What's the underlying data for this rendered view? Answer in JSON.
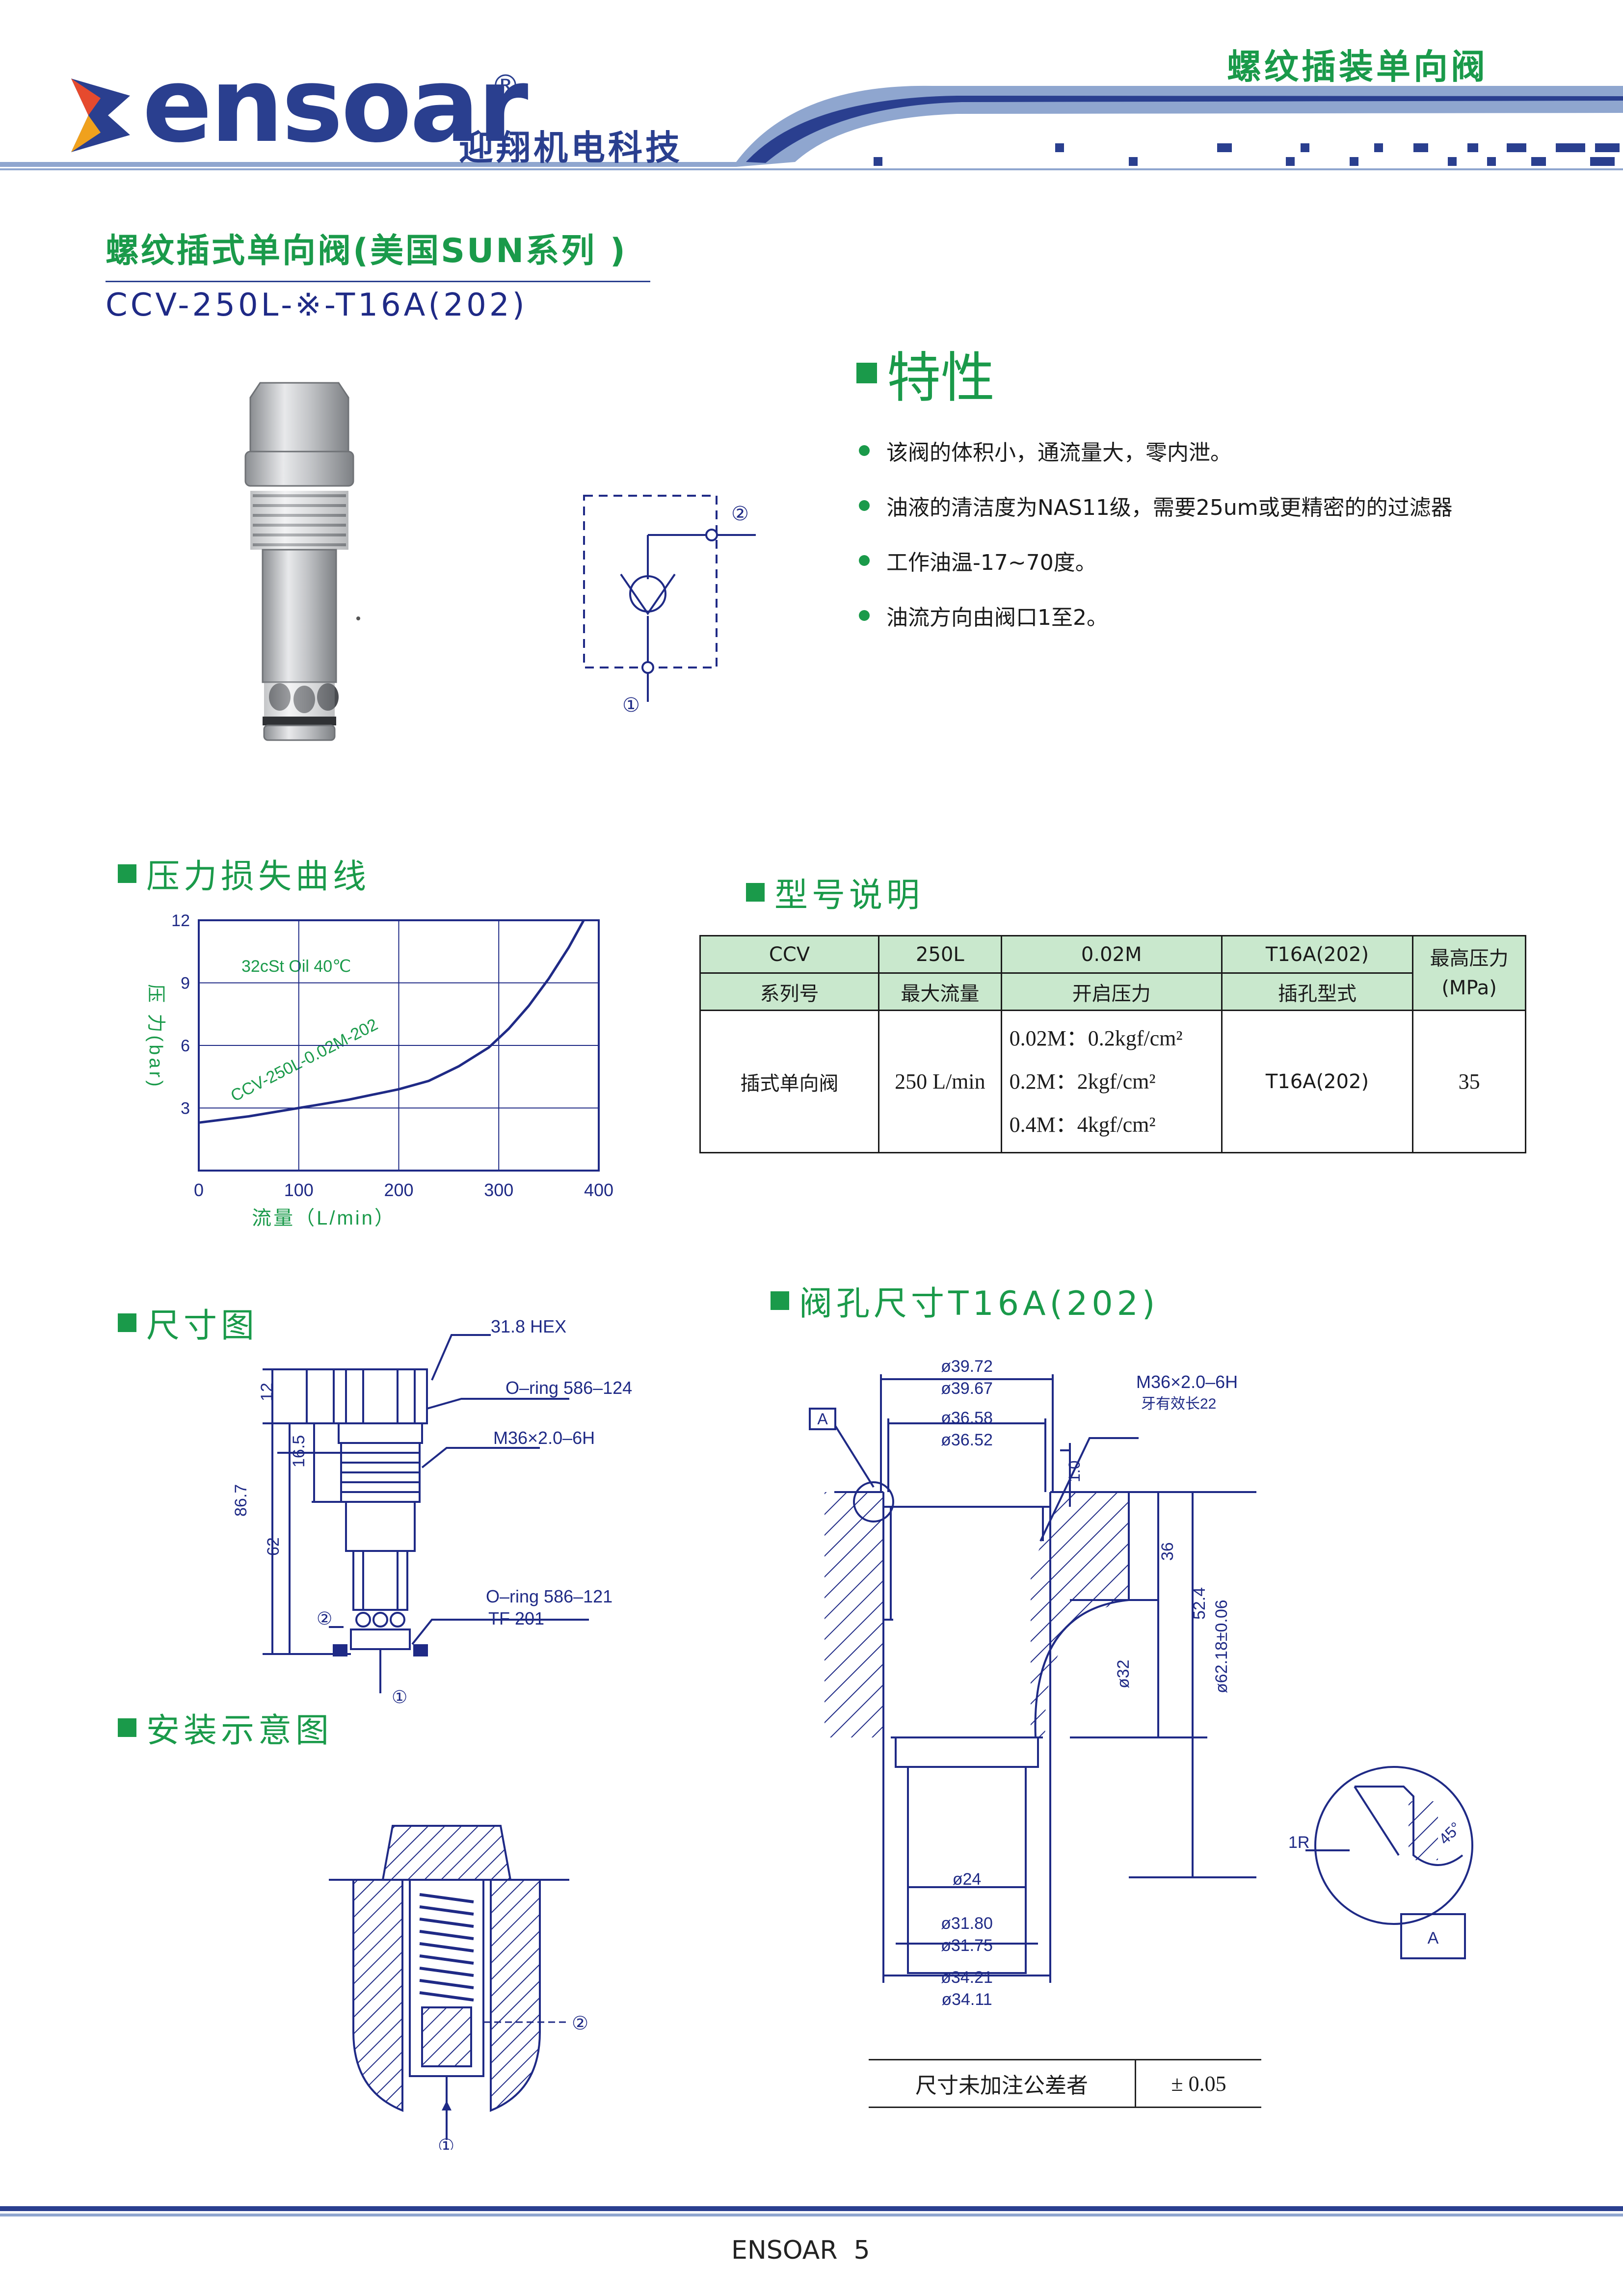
{
  "header": {
    "brand": "ensoar",
    "registered": "®",
    "company": "迎翔机电科技",
    "category": "螺纹插装单向阀"
  },
  "product": {
    "title": "螺纹插式单向阀(美国SUN系列 )",
    "model": "CCV-250L-※-T16A(202)"
  },
  "features": {
    "title": "特性",
    "items": [
      "该阀的体积小，通流量大，零内泄。",
      "油液的清洁度为NAS11级，需要25um或更精密的的过滤器",
      "工作油温-17~70度。",
      "油流方向由阀口1至2。"
    ]
  },
  "symbol": {
    "port1": "①",
    "port2": "②"
  },
  "pressure_curve": {
    "title": "压力损失曲线",
    "annotation": "32cSt Oil  40℃",
    "curve_label": "CCV-250L-0.02M-202"
  },
  "chart_data": {
    "type": "line",
    "xlabel": "流量（L/min）",
    "ylabel": "压 力(bar)",
    "xlim": [
      0,
      400
    ],
    "ylim": [
      0,
      12
    ],
    "x_ticks": [
      0,
      100,
      200,
      300,
      400
    ],
    "y_ticks": [
      3,
      6,
      9,
      12
    ],
    "grid": true,
    "series": [
      {
        "name": "CCV-250L-0.02M-202",
        "x": [
          0,
          50,
          100,
          150,
          200,
          230,
          260,
          290,
          310,
          330,
          350,
          370,
          385
        ],
        "y": [
          2.3,
          2.6,
          3.0,
          3.4,
          3.9,
          4.3,
          5.0,
          5.9,
          6.8,
          7.9,
          9.2,
          10.7,
          12.0
        ]
      }
    ]
  },
  "model_table": {
    "title": "型号说明",
    "codes": [
      "CCV",
      "250L",
      "0.02M",
      "T16A(202)"
    ],
    "labels": [
      "系列号",
      "最大流量",
      "开启压力",
      "插孔型式"
    ],
    "max_pressure_label": "最高压力(MPa)",
    "row": {
      "type": "插式单向阀",
      "flow": "250 L/min",
      "pressures": [
        "0.02M：0.2kgf/cm²",
        "0.2M：2kgf/cm²",
        "0.4M：4kgf/cm²"
      ],
      "cavity": "T16A(202)",
      "max_pressure": "35"
    }
  },
  "dimension": {
    "title": "尺寸图",
    "hex": "31.8 HEX",
    "oring1": "O–ring 586–124",
    "thread": "M36×2.0–6H",
    "oring2": "O–ring 586–121",
    "tf": "TF 201",
    "d12": "12",
    "d165": "16.5",
    "d867": "86.7",
    "d62": "62",
    "p1": "①",
    "p2": "②"
  },
  "install": {
    "title": "安装示意图",
    "p1": "①",
    "p2": "②"
  },
  "cavity": {
    "title": "阀孔尺寸T16A(202)",
    "d3972": "ø39.72",
    "d3967": "ø39.67",
    "d3658": "ø36.58",
    "d3652": "ø36.52",
    "thread": "M36×2.0–6H",
    "thread_len": "牙有效长22",
    "ref": "A",
    "d10": "1.0",
    "d36": "36",
    "d524": "52.4",
    "d6218": "ø62.18±0.06",
    "d32": "ø32",
    "d24": "ø24",
    "d3180": "ø31.80",
    "d3175": "ø31.75",
    "d3421": "ø34.21",
    "d3411": "ø34.11",
    "r1": "1R",
    "angle": "45°",
    "detail": "A",
    "tol_label": "尺寸未加注公差者",
    "tol_value": "± 0.05"
  },
  "footer": {
    "text": "ENSOAR  5"
  }
}
